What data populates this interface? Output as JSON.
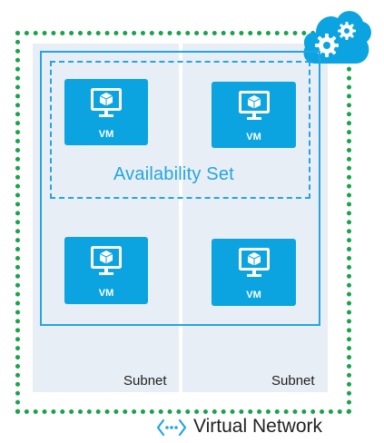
{
  "diagram": {
    "vnet_label": "Virtual Network",
    "subnets": [
      {
        "label": "Subnet"
      },
      {
        "label": "Subnet"
      }
    ],
    "availability_set_label": "Availability Set",
    "vms": [
      {
        "label": "VM"
      },
      {
        "label": "VM"
      },
      {
        "label": "VM"
      },
      {
        "label": "VM"
      }
    ],
    "icons": {
      "vnet": "vnet-icon",
      "cloud": "cloud-gear-icon",
      "vm": "monitor-cube-icon"
    },
    "colors": {
      "vnet_border": "#1aa34a",
      "subnet_bg": "#e8eef5",
      "vm_bg": "#0ba4e0",
      "availability_set": "#23a6e0",
      "cloud": "#0ba4e0"
    }
  }
}
